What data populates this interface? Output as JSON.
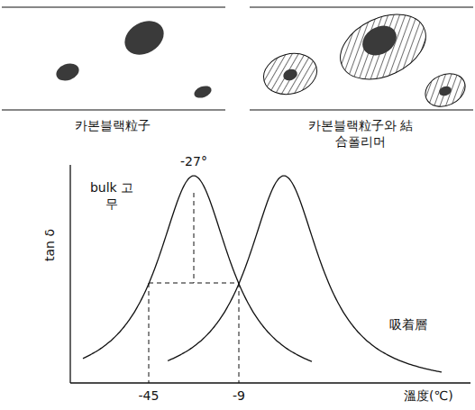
{
  "diagram": {
    "labels": [
      "카본블랙粒子",
      "카본블랙粒子와 結合폴리머",
      "tan δ",
      "-27°",
      "bulk 고무",
      "吸着層",
      "-45",
      "-9",
      "溫度(℃)"
    ]
  }
}
